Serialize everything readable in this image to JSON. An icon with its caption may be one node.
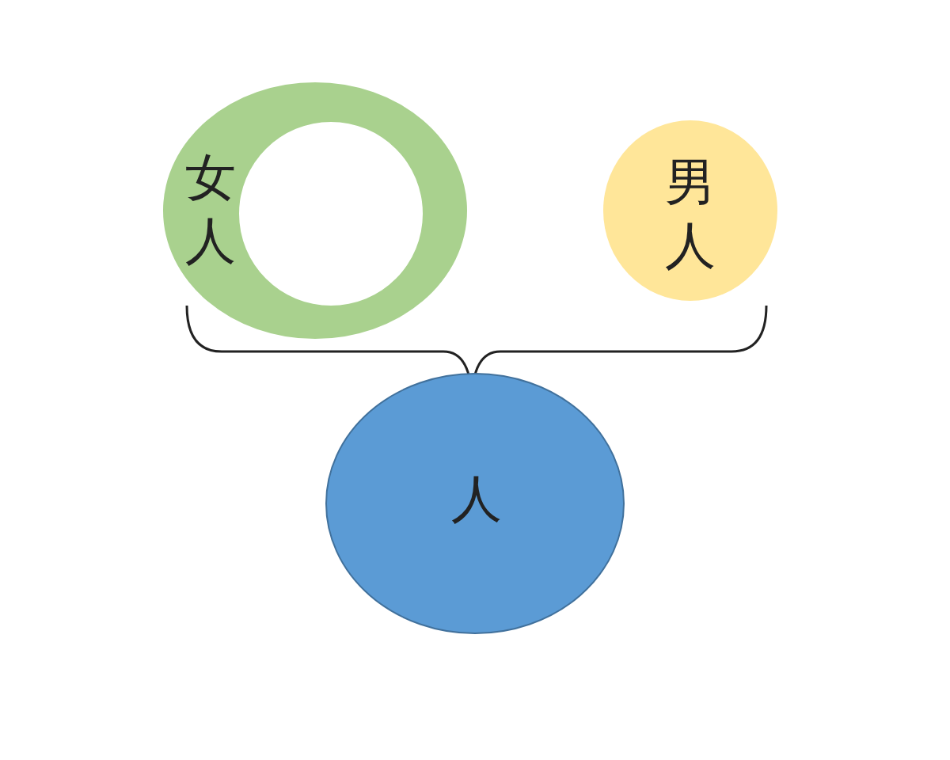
{
  "diagram": {
    "nodes": [
      {
        "text": [
          "女人"
        ]
      },
      {
        "text": [
          "男人"
        ]
      },
      {
        "text": [
          "人"
        ]
      }
    ]
  }
}
